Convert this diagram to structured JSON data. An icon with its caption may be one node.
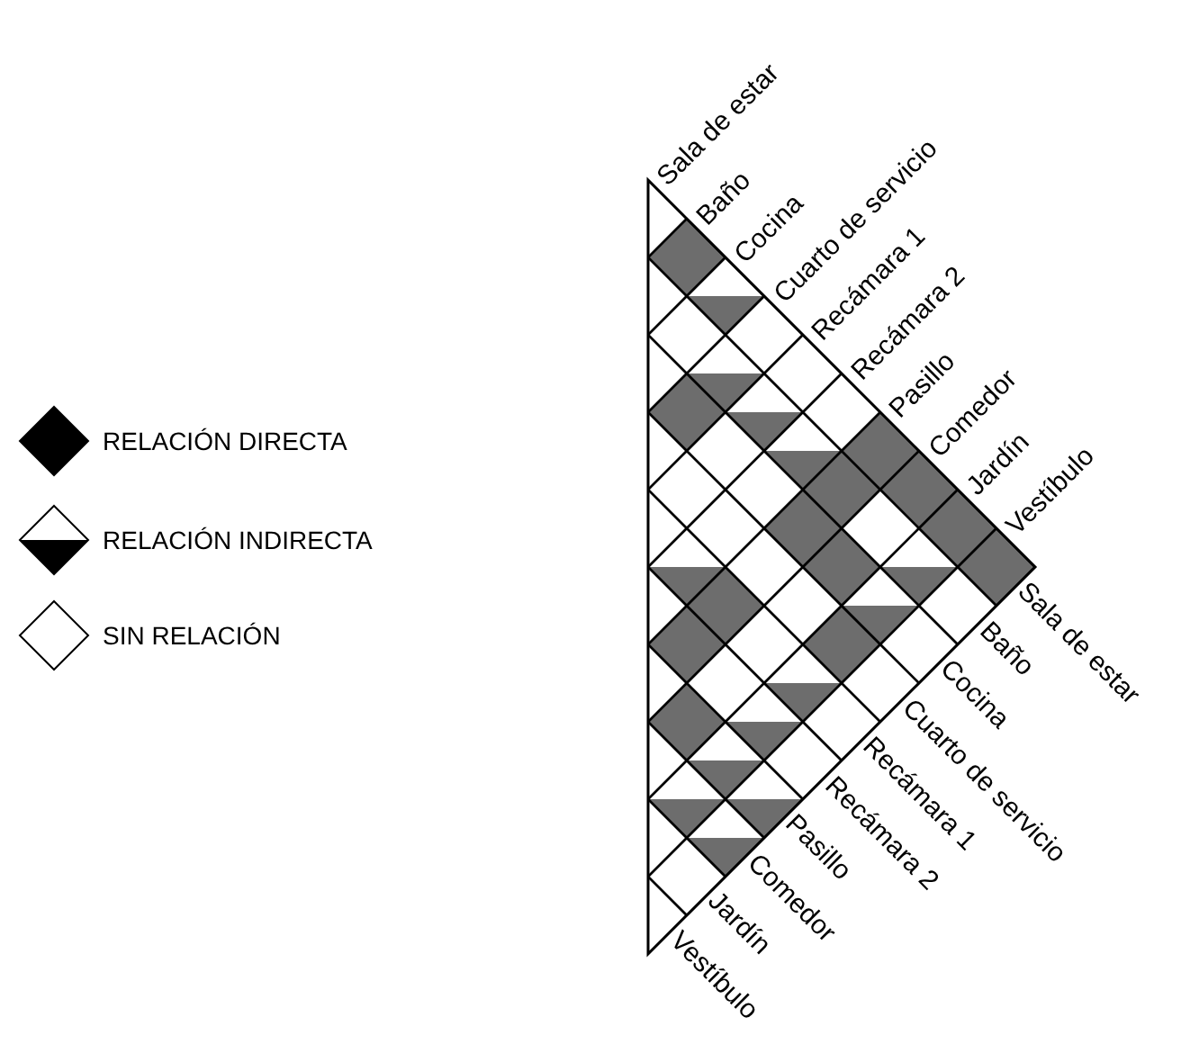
{
  "diagram": {
    "labels": [
      "Sala de estar",
      "Baño",
      "Cocina",
      "Cuarto de servicio",
      "Recámara 1",
      "Recámara 2",
      "Pasillo",
      "Comedor",
      "Jardín",
      "Vestíbulo",
      "Sala de estar",
      "Baño",
      "Cocina",
      "Cuarto de servicio",
      "Recámara 1",
      "Recámara 2",
      "Pasillo",
      "Comedor",
      "Jardín",
      "Vestíbulo"
    ],
    "legend": [
      {
        "text": "RELACIÓN DIRECTA"
      },
      {
        "text": "RELACIÓN INDIRECTA"
      },
      {
        "text": "SIN RELACIÓN"
      }
    ]
  }
}
